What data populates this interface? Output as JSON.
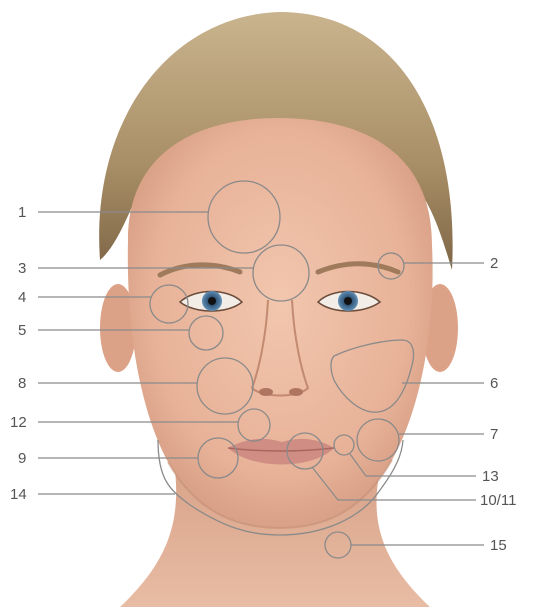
{
  "diagram": {
    "subject": "face-injection-zone-map",
    "line_color": "#8a8a8a",
    "text_color": "#555555",
    "zones": [
      {
        "id": "forehead",
        "label": "1"
      },
      {
        "id": "crow-feet-right",
        "label": "2"
      },
      {
        "id": "glabella",
        "label": "3"
      },
      {
        "id": "crow-feet-left",
        "label": "4"
      },
      {
        "id": "under-eye",
        "label": "5"
      },
      {
        "id": "cheek",
        "label": "6"
      },
      {
        "id": "marionette",
        "label": "7"
      },
      {
        "id": "nasolabial",
        "label": "8"
      },
      {
        "id": "perioral",
        "label": "9"
      },
      {
        "id": "lips",
        "label": "10/11"
      },
      {
        "id": "upper-lip",
        "label": "12"
      },
      {
        "id": "mouth-corner",
        "label": "13"
      },
      {
        "id": "jawline",
        "label": "14"
      },
      {
        "id": "neck",
        "label": "15"
      }
    ]
  }
}
